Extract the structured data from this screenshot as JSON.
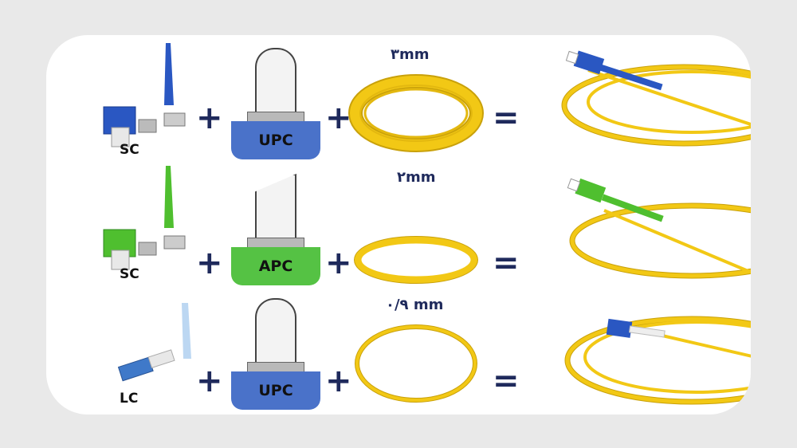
{
  "rows": [
    {
      "connector": "SC",
      "polish": "UPC",
      "cable": "۳mm",
      "color": "#2f5fc9",
      "polishColor": "#4a72c9"
    },
    {
      "connector": "SC",
      "polish": "APC",
      "cable": "۲mm",
      "color": "#4fbf2f",
      "polishColor": "#55c244"
    },
    {
      "connector": "LC",
      "polish": "UPC",
      "cable": "۰/۹ mm",
      "color": "#3f79c9",
      "polishColor": "#4a72c9"
    }
  ],
  "operators": {
    "plus": "+",
    "equals": "="
  },
  "colors": {
    "cable": "#f2c815",
    "cableEdge": "#c9a10a",
    "accent": "#1f2a5c"
  }
}
